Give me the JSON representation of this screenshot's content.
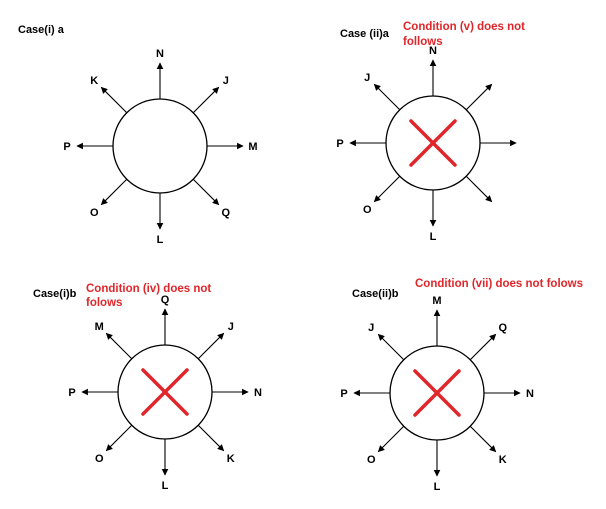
{
  "colors": {
    "condition_text": "#e0262a",
    "cross": "#e0262a",
    "line": "#000000"
  },
  "panels": [
    {
      "case_label": "Case(i) a",
      "condition": [],
      "crossed": false,
      "directions": {
        "N": "N",
        "NE": "J",
        "E": "M",
        "SE": "Q",
        "S": "L",
        "SW": "O",
        "W": "P",
        "NW": "K"
      }
    },
    {
      "case_label": "Case (ii)a",
      "condition": [
        "Condition (v) does not",
        "follows"
      ],
      "crossed": true,
      "directions": {
        "N": "N",
        "NE": "",
        "E": "",
        "SE": "",
        "S": "L",
        "SW": "O",
        "W": "P",
        "NW": "J"
      }
    },
    {
      "case_label": "Case(i)b",
      "condition": [
        "Condition (iv) does not",
        "folows"
      ],
      "crossed": true,
      "directions": {
        "N": "Q",
        "NE": "J",
        "E": "N",
        "SE": "K",
        "S": "L",
        "SW": "O",
        "W": "P",
        "NW": "M"
      }
    },
    {
      "case_label": "Case(ii)b",
      "condition": [
        "Condition (vii) does not folows"
      ],
      "crossed": true,
      "directions": {
        "N": "M",
        "NE": "Q",
        "E": "N",
        "SE": "K",
        "S": "L",
        "SW": "O",
        "W": "P",
        "NW": "J"
      }
    }
  ]
}
